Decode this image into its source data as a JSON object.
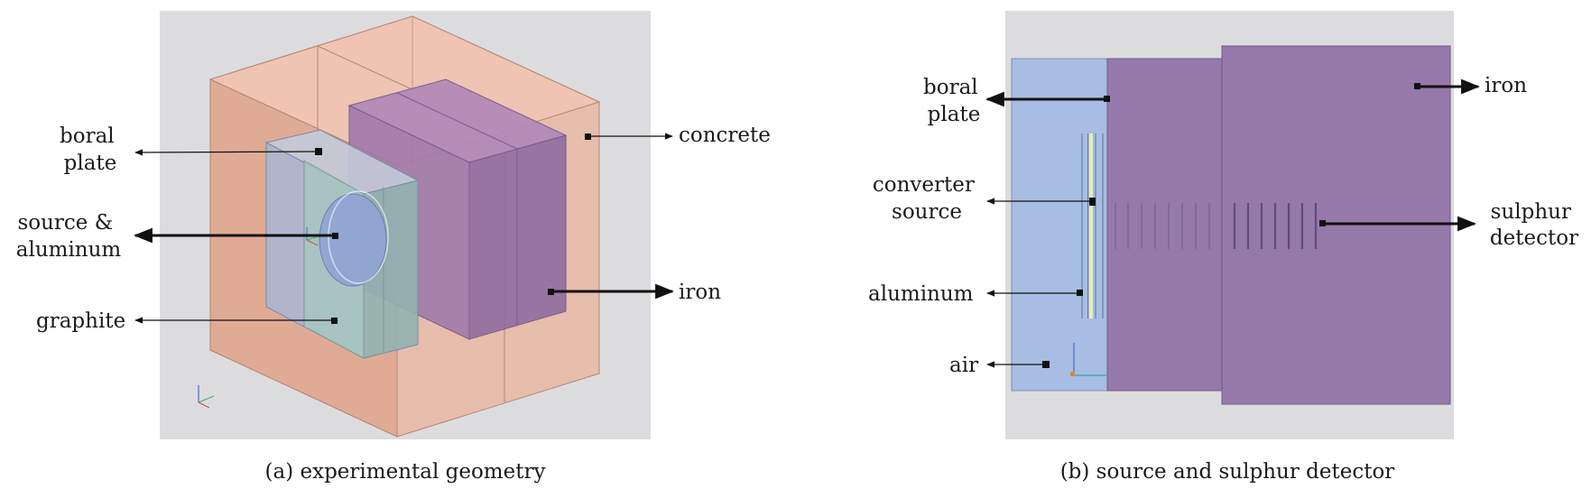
{
  "panel_a": {
    "caption": "(a) experimental geometry",
    "labels": {
      "boral_plate": [
        "boral",
        "plate"
      ],
      "source_aluminum": [
        "source &",
        "aluminum"
      ],
      "graphite": "graphite",
      "concrete": "concrete",
      "iron": "iron"
    }
  },
  "panel_b": {
    "caption": "(b) source and sulphur detector",
    "labels": {
      "boral_plate": [
        "boral",
        "plate"
      ],
      "converter_source": [
        "converter",
        "source"
      ],
      "aluminum": "aluminum",
      "air": "air",
      "iron": "iron",
      "sulphur_detector": [
        "sulphur",
        "detector"
      ]
    }
  },
  "colors": {
    "background": "#dcdcdf",
    "concrete": "#e9b7a3",
    "iron": "#9679ab",
    "graphite": "#a6c6c0",
    "boral": "#b8c2dd",
    "air": "#a8bde3"
  }
}
